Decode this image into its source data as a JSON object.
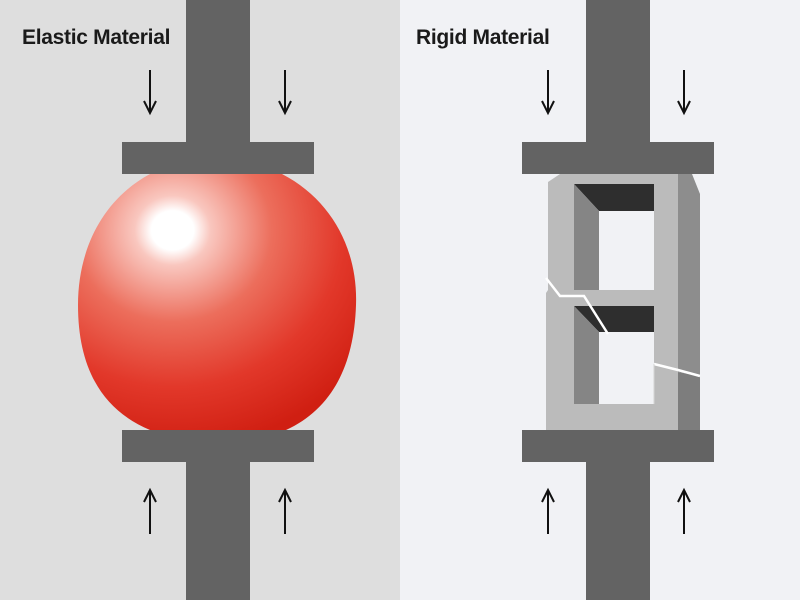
{
  "panels": [
    {
      "title": "Elastic Material",
      "background": "#dedede",
      "object": "compressed-elastic-sphere",
      "object_color": "#e23a2c"
    },
    {
      "title": "Rigid Material",
      "background": "#f1f2f5",
      "object": "cracked-rigid-frame",
      "object_color": "#b9b9b9"
    }
  ],
  "colors": {
    "press": "#636363",
    "arrow": "#111111"
  },
  "icons": [
    "arrow-down-icon",
    "arrow-up-icon"
  ]
}
